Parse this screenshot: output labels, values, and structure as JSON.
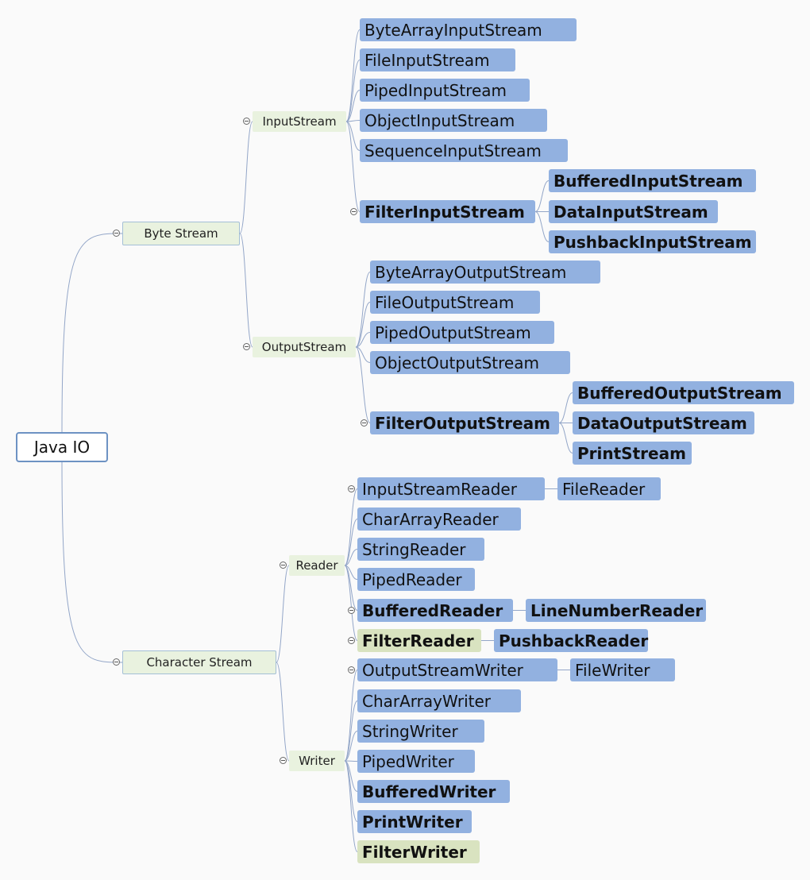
{
  "diagram": {
    "root": "Java IO",
    "byte_stream": {
      "label": "Byte Stream",
      "input_stream": {
        "label": "InputStream",
        "children": [
          "ByteArrayInputStream",
          "FileInputStream",
          "PipedInputStream",
          "ObjectInputStream",
          "SequenceInputStream"
        ],
        "filter": "FilterInputStream",
        "filter_children": [
          "BufferedInputStream",
          "DataInputStream",
          "PushbackInputStream"
        ]
      },
      "output_stream": {
        "label": "OutputStream",
        "children": [
          "ByteArrayOutputStream",
          "FileOutputStream",
          "PipedOutputStream",
          "ObjectOutputStream"
        ],
        "filter": "FilterOutputStream",
        "filter_children": [
          "BufferedOutputStream",
          "DataOutputStream",
          "PrintStream"
        ]
      }
    },
    "character_stream": {
      "label": "Character Stream",
      "reader": {
        "label": "Reader",
        "input_stream_reader": "InputStreamReader",
        "file_reader": "FileReader",
        "children": [
          "CharArrayReader",
          "StringReader",
          "PipedReader"
        ],
        "buffered_reader": "BufferedReader",
        "line_number_reader": "LineNumberReader",
        "filter_reader": "FilterReader",
        "pushback_reader": "PushbackReader"
      },
      "writer": {
        "label": "Writer",
        "output_stream_writer": "OutputStreamWriter",
        "file_writer": "FileWriter",
        "children": [
          "CharArrayWriter",
          "StringWriter",
          "PipedWriter"
        ],
        "buffered_writer": "BufferedWriter",
        "print_writer": "PrintWriter",
        "filter_writer": "FilterWriter"
      }
    }
  }
}
